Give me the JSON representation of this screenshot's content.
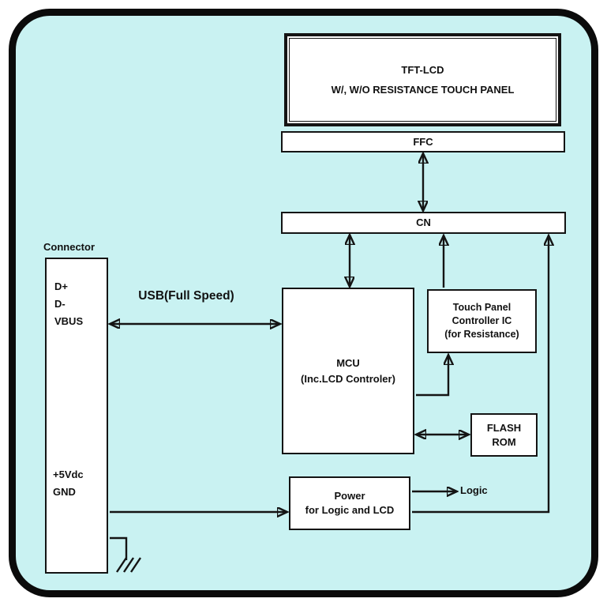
{
  "diagram": {
    "colors": {
      "background": "#c9f2f2",
      "box_fill": "#ffffff",
      "line": "#141414"
    },
    "nodes": {
      "tft_lcd": {
        "line1": "TFT-LCD",
        "line2": "W/, W/O RESISTANCE TOUCH PANEL"
      },
      "ffc": {
        "label": "FFC"
      },
      "cn": {
        "label": "CN"
      },
      "connector": {
        "title": "Connector",
        "pins_top": [
          "D+",
          "D-",
          "VBUS"
        ],
        "pins_bottom": [
          "+5Vdc",
          "GND"
        ]
      },
      "mcu": {
        "line1": "MCU",
        "line2": "(Inc.LCD Controler)"
      },
      "touch_panel_controller": {
        "line1": "Touch Panel",
        "line2": "Controller IC",
        "line3": "(for Resistance)"
      },
      "flash_rom": {
        "line1": "FLASH",
        "line2": "ROM"
      },
      "power": {
        "line1": "Power",
        "line2": "for Logic and LCD"
      }
    },
    "labels": {
      "usb": "USB(Full Speed)",
      "logic": "Logic"
    }
  }
}
